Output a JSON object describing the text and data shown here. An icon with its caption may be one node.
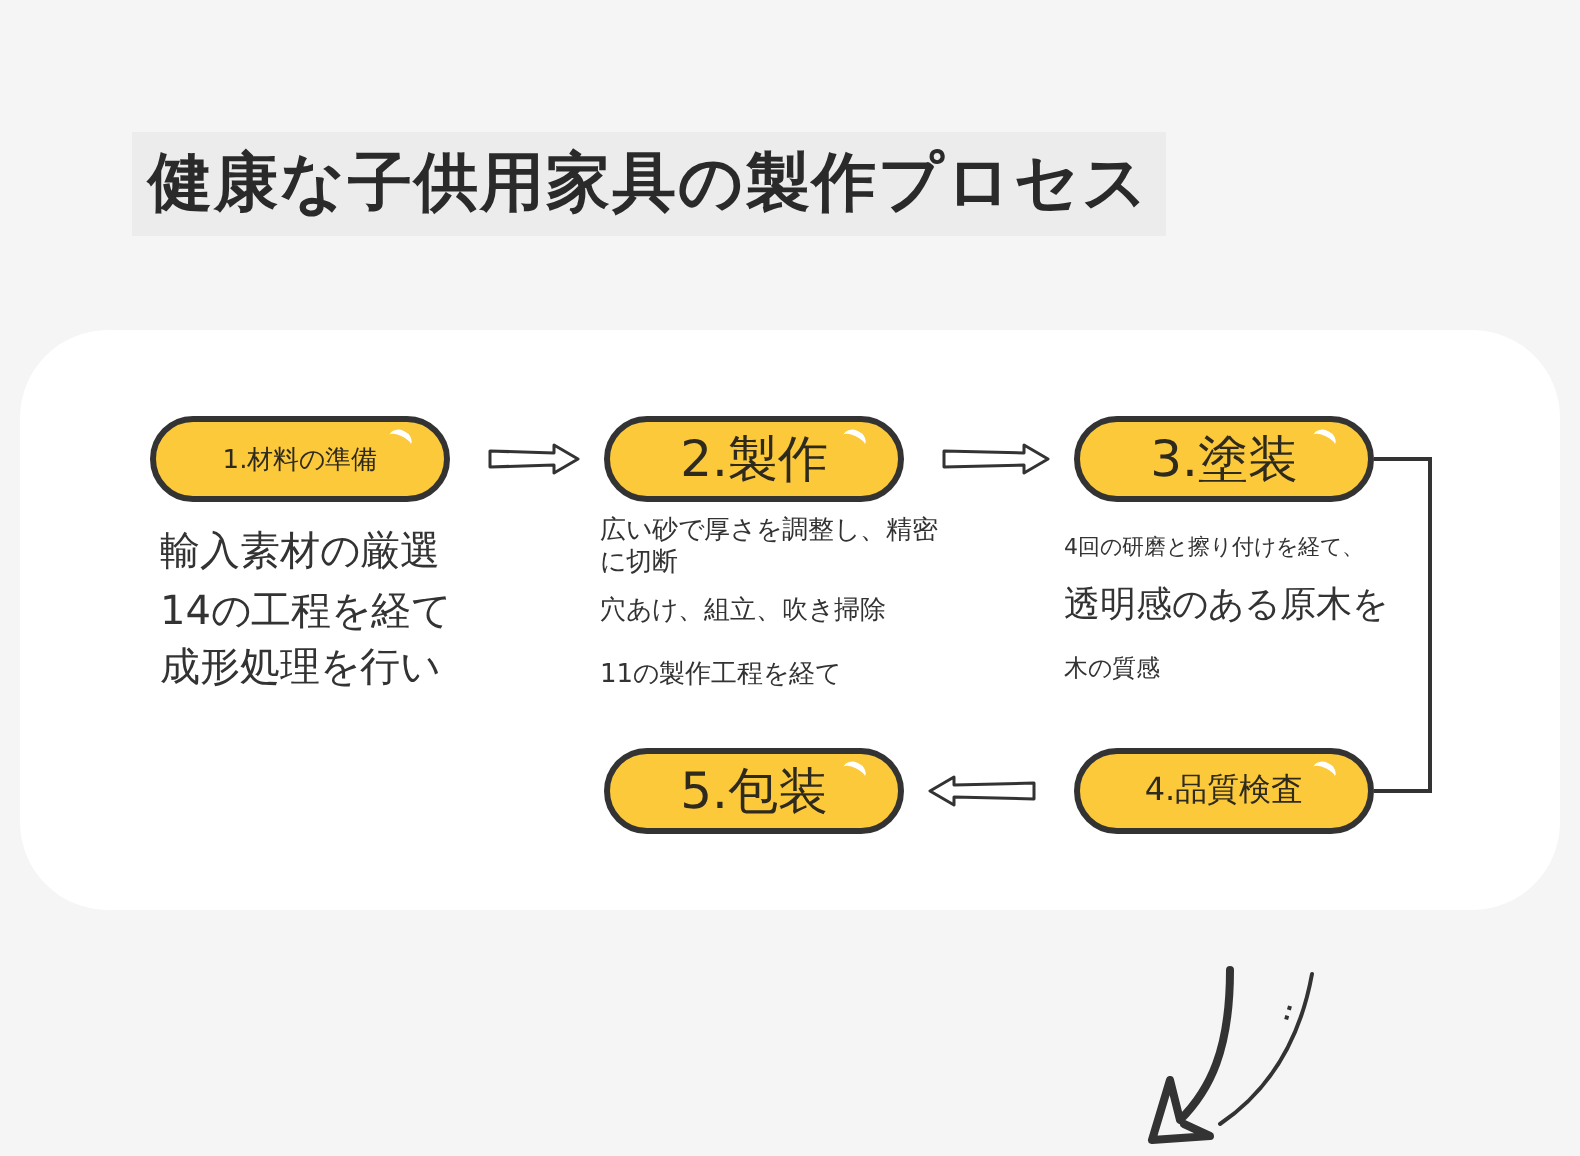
{
  "diagram": {
    "title": "健康な子供用家具の製作プロセス",
    "nodes": [
      {
        "text": [
          "1.材料の準備"
        ],
        "beside": [
          "輸入素材の厳選",
          "14の工程を経て",
          "成形処理を行い"
        ]
      },
      {
        "text": [
          "2.製作"
        ],
        "beside": [
          "広い砂で厚さを調整し、精密に切断",
          "穴あけ、組立、吹き掃除",
          "11の製作工程を経て"
        ]
      },
      {
        "text": [
          "3.塗装"
        ],
        "beside": [
          "4回の研磨と擦り付けを経て、",
          "透明感のある原木を",
          "木の質感"
        ]
      },
      {
        "text": [
          "4.品質検査"
        ]
      },
      {
        "text": [
          "5.包装"
        ]
      }
    ],
    "edges": [
      {
        "from": 0,
        "to": 1,
        "arrow": "to"
      },
      {
        "from": 1,
        "to": 2,
        "arrow": "to"
      },
      {
        "from": 2,
        "to": 3,
        "arrow": "none"
      },
      {
        "from": 3,
        "to": 4,
        "arrow": "to"
      }
    ]
  }
}
